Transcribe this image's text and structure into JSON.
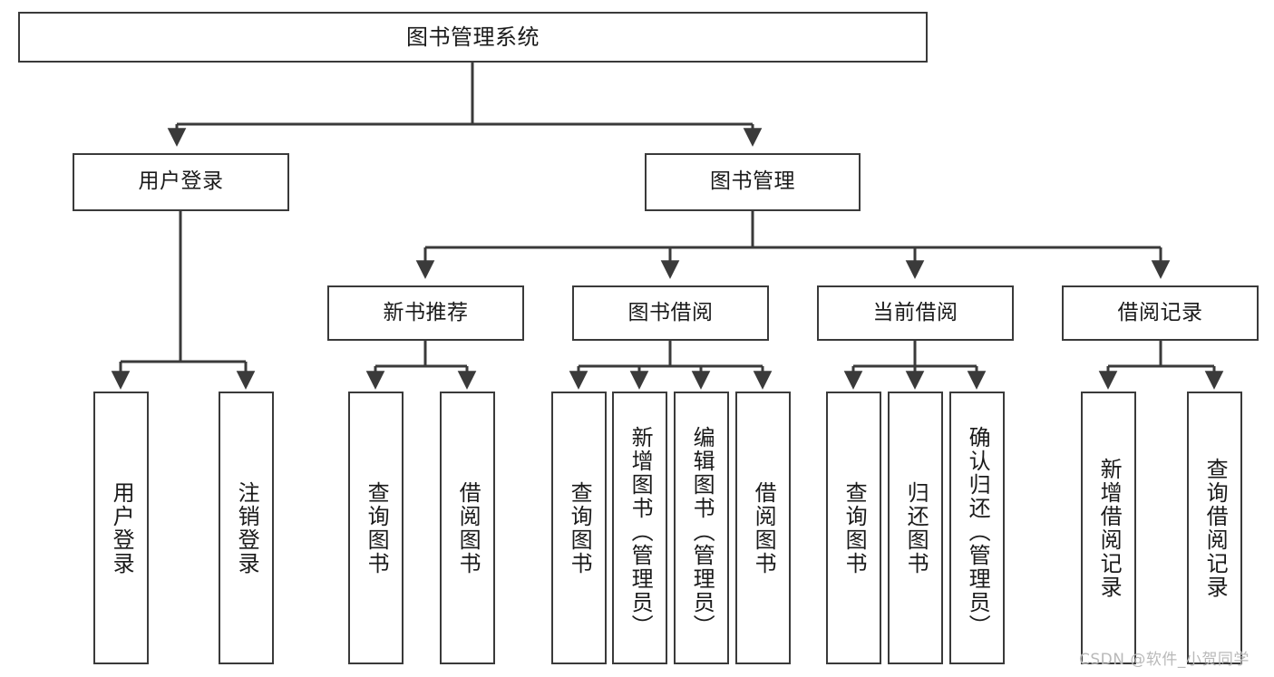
{
  "diagram": {
    "type": "tree-hierarchy-chart",
    "title": "图书管理系统",
    "stroke_color": "#3a3a3a",
    "fill_color": "#ffffff",
    "text_color": "#1a1a1a",
    "watermark": "CSDN @软件_小贺同学"
  },
  "nodes": {
    "root": {
      "label": "图书管理系统"
    },
    "level2": [
      {
        "key": "user_login",
        "label": "用户登录"
      },
      {
        "key": "book_manage",
        "label": "图书管理"
      }
    ],
    "level3": [
      {
        "key": "new_book_rec",
        "label": "新书推荐"
      },
      {
        "key": "book_borrow",
        "label": "图书借阅"
      },
      {
        "key": "current_borrow",
        "label": "当前借阅"
      },
      {
        "key": "borrow_record",
        "label": "借阅记录"
      }
    ],
    "leaves": {
      "user_login": [
        {
          "key": "leaf_user_login",
          "label": "用户登录"
        },
        {
          "key": "leaf_logout",
          "label": "注销登录"
        }
      ],
      "new_book_rec": [
        {
          "key": "leaf_query_book_1",
          "label": "查询图书"
        },
        {
          "key": "leaf_borrow_book_1",
          "label": "借阅图书"
        }
      ],
      "book_borrow": [
        {
          "key": "leaf_query_book_2",
          "label": "查询图书"
        },
        {
          "key": "leaf_add_book",
          "label": "新增图书（管理员）"
        },
        {
          "key": "leaf_edit_book",
          "label": "编辑图书（管理员）"
        },
        {
          "key": "leaf_borrow_book_2",
          "label": "借阅图书"
        }
      ],
      "current_borrow": [
        {
          "key": "leaf_query_book_3",
          "label": "查询图书"
        },
        {
          "key": "leaf_return_book",
          "label": "归还图书"
        },
        {
          "key": "leaf_confirm_return",
          "label": "确认归还（管理员）"
        }
      ],
      "borrow_record": [
        {
          "key": "leaf_add_record",
          "label": "新增借阅记录"
        },
        {
          "key": "leaf_query_record",
          "label": "查询借阅记录"
        }
      ]
    }
  }
}
